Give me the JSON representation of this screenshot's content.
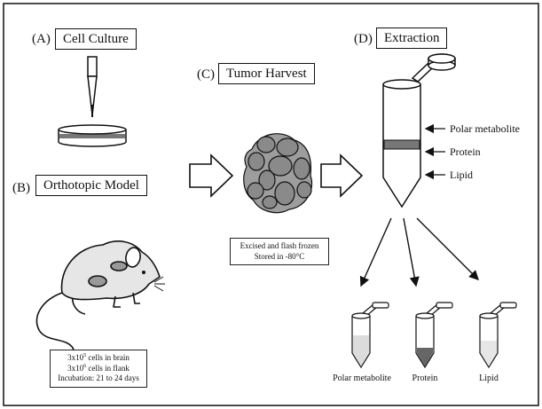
{
  "panels": {
    "a": {
      "letter": "(A)",
      "title": "Cell Culture"
    },
    "b": {
      "letter": "(B)",
      "title": "Orthotopic Model"
    },
    "c": {
      "letter": "(C)",
      "title": "Tumor Harvest"
    },
    "d": {
      "letter": "(D)",
      "title": "Extraction"
    }
  },
  "mouse_note": {
    "line1_pre": "3x10",
    "line1_exp": "5",
    "line1_post": " cells in brain",
    "line2_pre": "3x10",
    "line2_exp": "6",
    "line2_post": " cells in flank",
    "line3": "Incubation: 21 to 24 days"
  },
  "tumor_note": {
    "line1": "Excised and flash frozen",
    "line2": "Stored in -80°C"
  },
  "tube_layers": {
    "polar": "Polar metabolite",
    "protein": "Protein",
    "lipid": "Lipid"
  },
  "small_tubes": [
    {
      "label": "Polar metabolite"
    },
    {
      "label": "Protein"
    },
    {
      "label": "Lipid"
    }
  ],
  "colors": {
    "line": "#111111",
    "tumor_fill": "#8c8c8c",
    "tumor_bg": "#aaaaaa",
    "tube_fill": "#e8e8e8",
    "band": "#666666",
    "mouse_fill": "#e0e0e0"
  }
}
